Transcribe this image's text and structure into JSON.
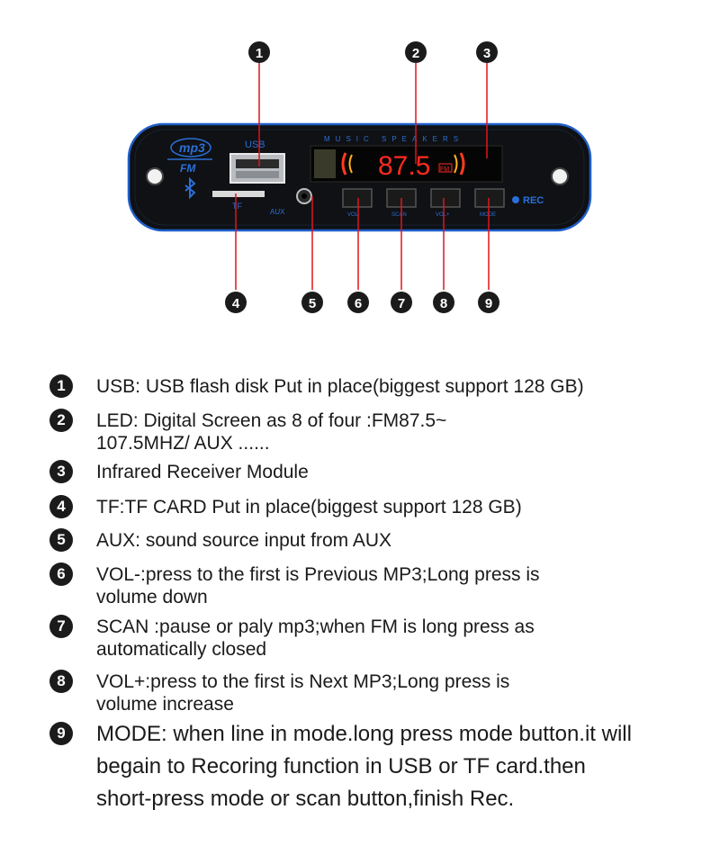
{
  "board": {
    "logo_top": "mp3",
    "logo_bottom": "FM",
    "usb_label": "USB",
    "tf_label": "TF",
    "aux_label": "AUX",
    "top_banner": "MUSIC SPEAKERS",
    "display_text": "87.5",
    "display_badge": "FM",
    "rec_label": "REC",
    "buttons": [
      "VOL-",
      "SCAN",
      "VOL+",
      "MODE"
    ]
  },
  "callouts": [
    "1",
    "2",
    "3",
    "4",
    "5",
    "6",
    "7",
    "8",
    "9"
  ],
  "legend": [
    {
      "num": "1",
      "lines": [
        "USB: USB flash disk Put in place(biggest support 128 GB)"
      ]
    },
    {
      "num": "2",
      "lines": [
        "LED: Digital Screen as 8 of  four :FM87.5~",
        "107.5MHZ/ AUX ......"
      ]
    },
    {
      "num": "3",
      "lines": [
        "Infrared Receiver Module"
      ]
    },
    {
      "num": "4",
      "lines": [
        "TF:TF CARD Put in place(biggest support 128 GB)"
      ]
    },
    {
      "num": "5",
      "lines": [
        "AUX:  sound source input from AUX"
      ]
    },
    {
      "num": "6",
      "lines": [
        "VOL-:press to the first is Previous MP3;Long press is",
        "volume down"
      ]
    },
    {
      "num": "7",
      "lines": [
        "SCAN  :pause or paly mp3;when FM is long press as",
        "automatically closed"
      ]
    },
    {
      "num": "8",
      "lines": [
        "VOL+:press to the first is Next MP3;Long press is",
        "volume increase"
      ]
    },
    {
      "num": "9",
      "lines": [
        "MODE: when line in mode.long press mode button.it will",
        "begain to Recoring function in USB or TF card.then",
        "short-press mode or scan button,finish Rec."
      ]
    }
  ],
  "colors": {
    "panel": "#0f1114",
    "edge": "#1f5fc9",
    "leader": "#e0141e",
    "segment": "#ff2a1f",
    "badge": "#1b1b1b"
  }
}
